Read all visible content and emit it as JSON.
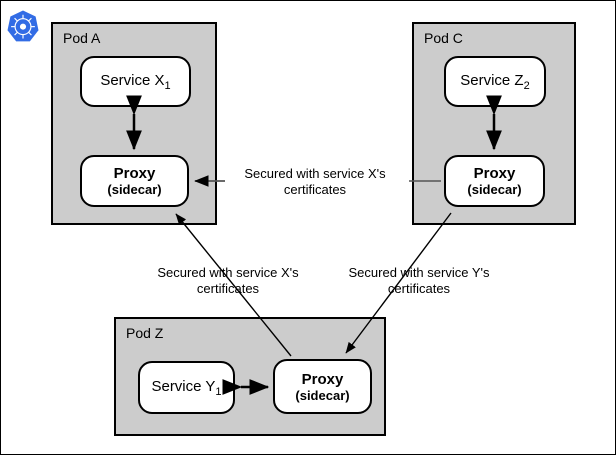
{
  "diagram": {
    "title": "Kubernetes service mesh mTLS sidecar diagram",
    "logo": "kubernetes-logo",
    "colors": {
      "pod_fill": "#cccccc",
      "pod_border": "#000000",
      "node_fill": "#ffffff",
      "node_border": "#000000",
      "arrow": "#000000",
      "logo_blue": "#326ce5",
      "canvas_border": "#000000"
    },
    "pods": [
      {
        "id": "pod-a",
        "label": "Pod A",
        "nodes": [
          {
            "id": "service-x1",
            "line1": "Service X",
            "sub": "1",
            "bold": false
          },
          {
            "id": "proxy-a",
            "line1": "Proxy",
            "line2": "(sidecar)",
            "bold": true
          }
        ]
      },
      {
        "id": "pod-c",
        "label": "Pod C",
        "nodes": [
          {
            "id": "service-z2",
            "line1": "Service Z",
            "sub": "2",
            "bold": false
          },
          {
            "id": "proxy-c",
            "line1": "Proxy",
            "line2": "(sidecar)",
            "bold": true
          }
        ]
      },
      {
        "id": "pod-z",
        "label": "Pod Z",
        "nodes": [
          {
            "id": "service-y1",
            "line1": "Service Y",
            "sub": "1",
            "bold": false
          },
          {
            "id": "proxy-z",
            "line1": "Proxy",
            "line2": "(sidecar)",
            "bold": true
          }
        ]
      }
    ],
    "captions": [
      {
        "id": "caption-middle",
        "text": "Secured with service X's\ncertificates"
      },
      {
        "id": "caption-lower-left",
        "text": "Secured with service X's\ncertificates"
      },
      {
        "id": "caption-lower-right",
        "text": "Secured with service Y's\ncertificates"
      }
    ],
    "connectors": [
      {
        "id": "service-x1-to-proxy-a",
        "kind": "double-arrow-vertical"
      },
      {
        "id": "service-z2-to-proxy-c",
        "kind": "double-arrow-vertical"
      },
      {
        "id": "service-y1-to-proxy-z",
        "kind": "double-arrow-horizontal"
      },
      {
        "id": "proxy-c-to-proxy-a",
        "kind": "single-arrow-left"
      },
      {
        "id": "proxy-z-to-proxy-a",
        "kind": "single-arrow-diagonal"
      },
      {
        "id": "proxy-c-to-proxy-z",
        "kind": "single-arrow-diagonal"
      }
    ]
  }
}
